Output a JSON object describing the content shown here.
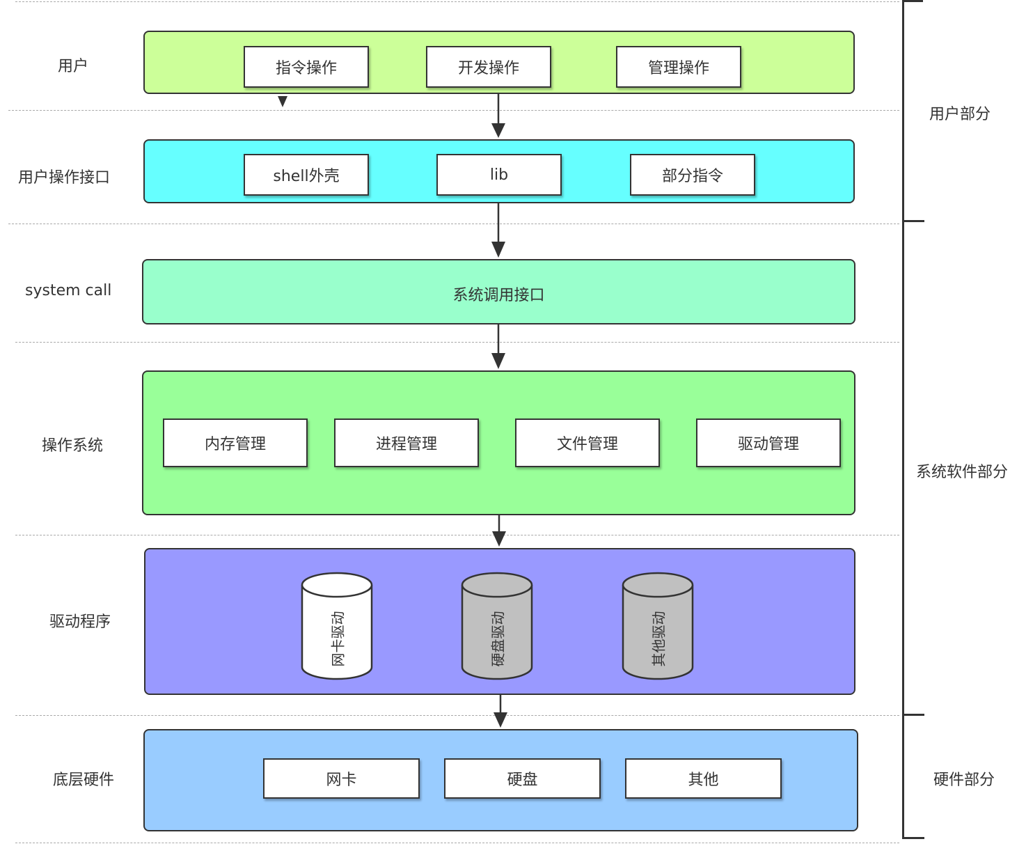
{
  "layers": {
    "user": {
      "label": "用户",
      "color": "#ccff99",
      "items": [
        "指令操作",
        "开发操作",
        "管理操作"
      ]
    },
    "interface": {
      "label": "用户操作接口",
      "color": "#66ffff",
      "items": [
        "shell外壳",
        "lib",
        "部分指令"
      ]
    },
    "syscall": {
      "label": "system call",
      "color": "#99ffcc",
      "text": "系统调用接口"
    },
    "os": {
      "label": "操作系统",
      "color": "#99ff99",
      "items": [
        "内存管理",
        "进程管理",
        "文件管理",
        "驱动管理"
      ]
    },
    "drivers": {
      "label": "驱动程序",
      "color": "#9999ff",
      "items": [
        {
          "text": "网卡驱动",
          "fill": "#ffffff"
        },
        {
          "text": "硬盘驱动",
          "fill": "#c0c0c0"
        },
        {
          "text": "其他驱动",
          "fill": "#c0c0c0"
        }
      ]
    },
    "hardware": {
      "label": "底层硬件",
      "color": "#99ccff",
      "items": [
        "网卡",
        "硬盘",
        "其他"
      ]
    }
  },
  "brackets": {
    "user_part": "用户部分",
    "system_part": "系统软件部分",
    "hardware_part": "硬件部分"
  }
}
